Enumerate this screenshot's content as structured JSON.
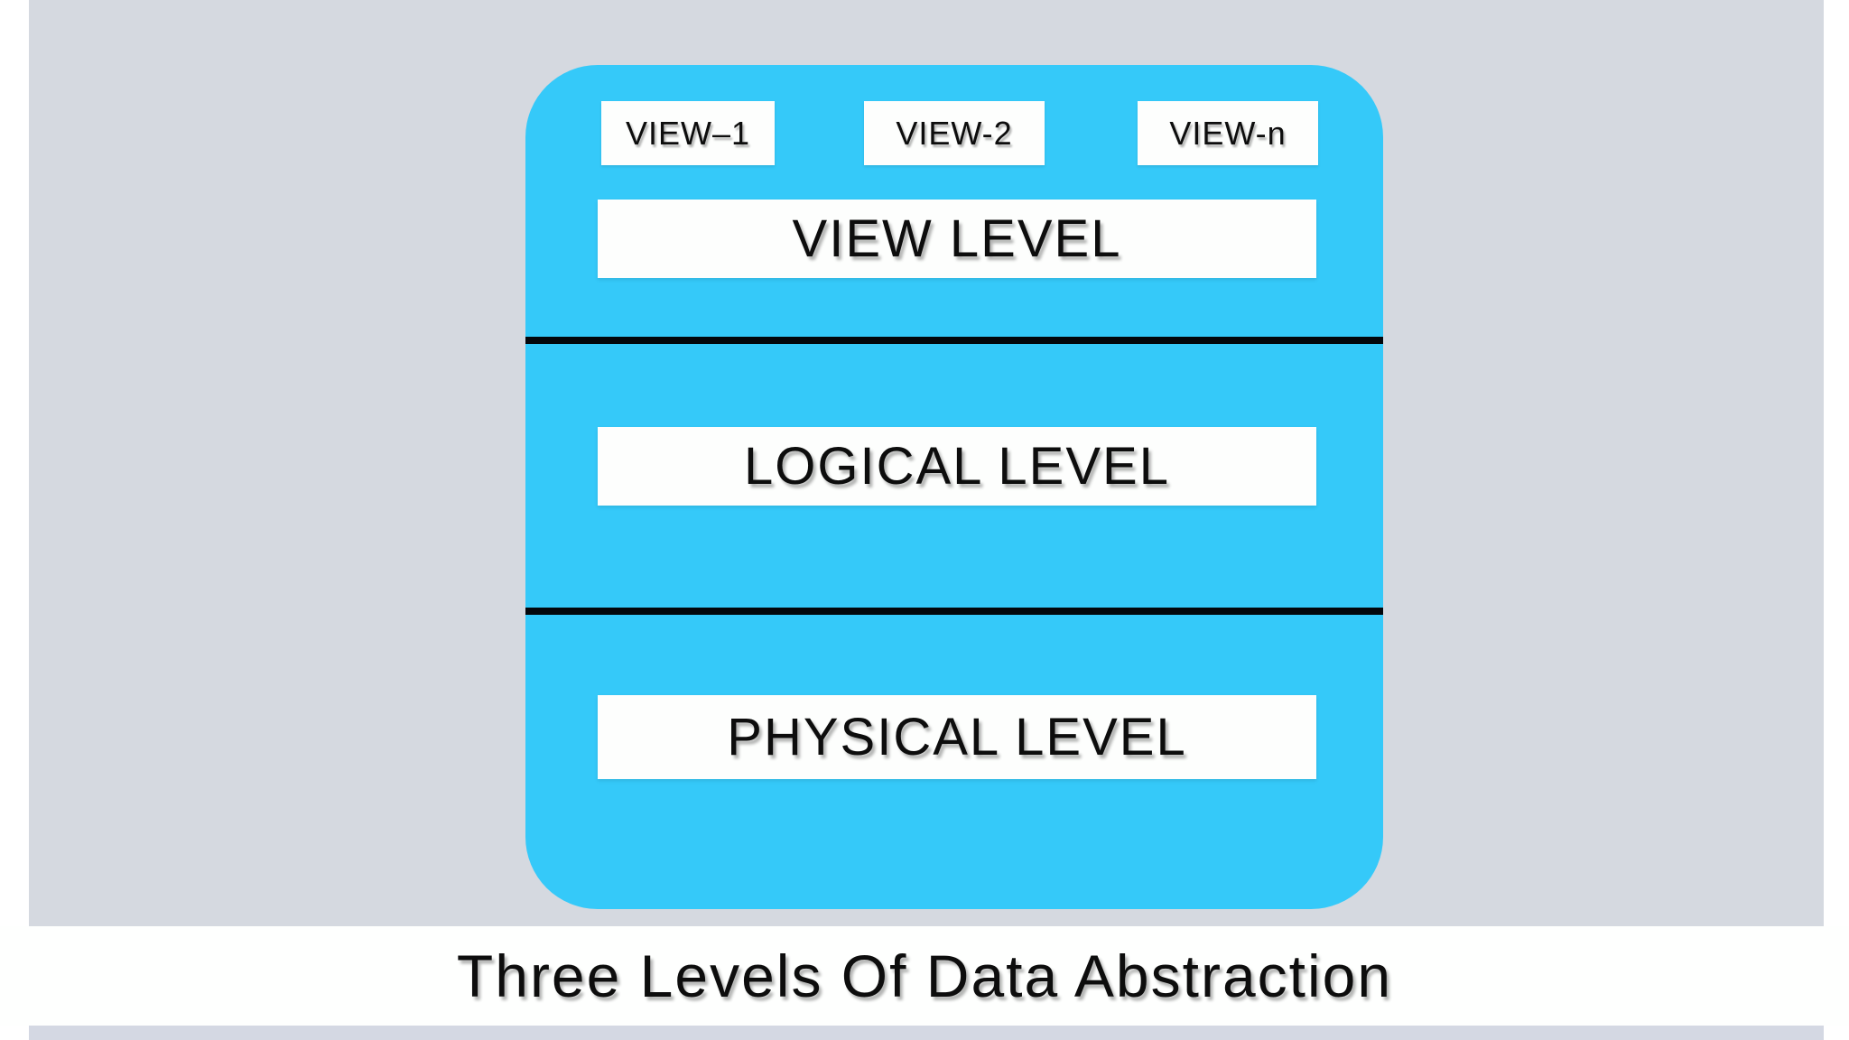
{
  "title": "Three Levels Of Data Abstraction",
  "diagram": {
    "view_boxes": [
      {
        "label": "VIEW–1"
      },
      {
        "label": "VIEW-2"
      },
      {
        "label": "VIEW-n"
      }
    ],
    "levels": [
      {
        "label": "VIEW LEVEL"
      },
      {
        "label": "LOGICAL LEVEL"
      },
      {
        "label": "PHYSICAL LEVEL"
      }
    ]
  },
  "colors": {
    "panel_blue": "#35c9f9",
    "background_gray": "#d5d9e0",
    "bottom_band_gray": "#d4d8e3",
    "band_white": "#fefffe",
    "label_box_white": "#fdfefd",
    "divider_black": "#02070c",
    "text_black": "#0d0d0d"
  }
}
